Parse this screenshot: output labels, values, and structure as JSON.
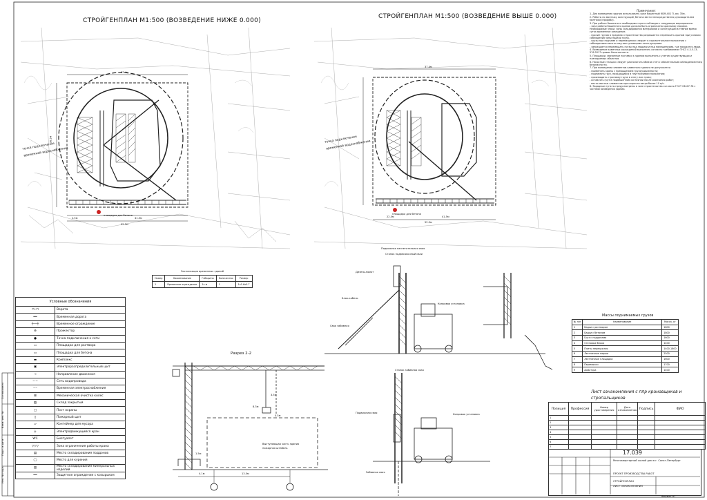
{
  "plans": {
    "left": {
      "title": "СТРОЙГЕНПЛАН М1:500 (ВОЗВЕДЕНИЕ НИЖЕ 0.000)",
      "connect_label_1": "точка подключения",
      "connect_label_2": "временной водоснабжения",
      "pad_label": "площадка для бетона",
      "dims": [
        "37.4м",
        "52.5м",
        "36.5м",
        "41.5м",
        "2.5м"
      ]
    },
    "right": {
      "title": "СТРОЙГЕНПЛАН М1:500 (ВОЗВЕДЕНИЕ ВЫШЕ 0.000)",
      "connect_label_1": "точка подключения",
      "connect_label_2": "временной водоснабжения",
      "pad_label": "площадка для бетона",
      "dims": [
        "37.4м",
        "52.5м",
        "41.5м",
        "22.5м"
      ]
    }
  },
  "notes": {
    "heading": "Примечания:",
    "paragraphs": [
      "1. Для возведения здания использовать кран башенный КБМ-401 П, ам. 35м.",
      "2. Работы по монтажу конструкций, бетона вести непосредственно руководителем монтажа (прораба).",
      "3. При работе башенного необходимо строго соблюдать следующие мероприятия:",
      "- зона работы башенного кранов должна быть ограничена красными знаками. Необходимые знаки, зоны складирования материалов и конструкций в темное время суток временное освещение.",
      "- прочие грузов в пределах строительства разрешается переносить краном при условии соблюдения зоны подачи груза.",
      "- грузы при подъеме и перемещении следует в горизонтальном положении с соблюдением высоты над выступающими конструкциями.",
      "- запрещается перемещать грузы над людьми и над помещениями, где находятся люди.",
      "4. Возведение каменных ограждений выполнять согласно требованиям ТНСЗ 4.3-5.13-576-2017 правил безопасности.",
      "5. Площадки, связанные поставки к зданию выполнять с учетом существующих и планируемых объектов.",
      "6. Насосные станции следует располагать вблизи стен с обязательным соблюдением мер безопасности.",
      "7. При возведении элементов каменного здания не допускается:",
      "- применять краны с превышением грузоподъемности;",
      "- поднимать груз, находящийся в неустойчивом положении;",
      "- производить строповку груза в снегу или грязи;",
      "- оставлять груз в подвешенном состоянии после окончания работ;",
      "- вести монтаж элементов при скорости ветра более 10 м/с.",
      "8. Зарядные пункты предусмотрены в зоне строительства согласно ГОСТ 23407-78 с частями возведения здания."
    ]
  },
  "legend": {
    "heading": "Условные обозначения",
    "items": [
      "Ворота",
      "Временная дорога",
      "Временное ограждение",
      "Прожектор",
      "Точка подключения к сети",
      "Площадка для раствора",
      "Площадка для бетона",
      "Комплекс",
      "Электрораспределительный щит",
      "Направление движения",
      "Сеть водопровода",
      "Временная электроснабжения",
      "Механическая очистка колес",
      "Склад закрытый",
      "Пост охраны",
      "Пожарный щит",
      "Контейнер для мусора",
      "Электродвижущийся кран",
      "Биотуалет",
      "Зона ограничения работы крана",
      "Место складирования поддонов",
      "Место для курения",
      "Место складирования минеральных изделий",
      "Защитное ограждение с козырьком"
    ]
  },
  "mini_table": {
    "caption": "Экспликация временных зданий",
    "headers": [
      "Номер",
      "Наименование",
      "Габариты",
      "Количество",
      "Размер"
    ],
    "rows": [
      [
        "1",
        "Временное ограждение",
        "1х м",
        "1",
        "1х1.6х0.7"
      ]
    ]
  },
  "section": {
    "title": "Разрез 2-2",
    "dims": [
      "8.3м",
      "3.5м",
      "0.5м",
      "13.5м",
      "4.1м",
      "1.5м"
    ],
    "note_1": "Выступающая часть здания",
    "note_2": "пожарная штабель"
  },
  "equipment": {
    "top_labels": [
      "Подвижная нагнетательная свая",
      "Станок подвесовочный сваи",
      "Дизель-молот",
      "Блок-кабель",
      "Свая забивная",
      "Копровая установка"
    ],
    "bottom_labels": [
      "Станок забивная свая",
      "Подвижная свая",
      "Копровая установка",
      "Забивная свая"
    ]
  },
  "loads": {
    "caption": "Массы поднимаемых грузов",
    "headers": [
      "№ п/п",
      "Наименование",
      "Масса, кг"
    ],
    "rows": [
      [
        "1",
        "Бадьи с раствором",
        "1800"
      ],
      [
        "2",
        "Бадьи с бетоном",
        "1800"
      ],
      [
        "3",
        "Груз с поддонами",
        "1600"
      ],
      [
        "4",
        "Стеновые блоки",
        "1400"
      ],
      [
        "5",
        "Плиты перекрытия",
        "1400-1800"
      ],
      [
        "6",
        "Лестничные марши",
        "2500"
      ],
      [
        "7",
        "Лестничные площадки",
        "1600"
      ],
      [
        "8",
        "Перемычки",
        "1700"
      ],
      [
        "9",
        "Арматура",
        "1400"
      ]
    ]
  },
  "ack": {
    "caption_1": "Лист ознакомления с ппр крановщиков и",
    "caption_2": "стропальщиков",
    "headers": [
      "Позиция",
      "Профессия",
      "Номер удостоверения",
      "Дата ознакомления",
      "Подпись",
      "ФИО"
    ],
    "rows": [
      "1",
      "2",
      "3",
      "4",
      "5",
      "6",
      "7"
    ]
  },
  "stamp": {
    "code": "17.039",
    "line_1": "Многоквартирный жилой дом в г. Санкт-Петербург",
    "line_2": "ПРОЕКТ ПРОИЗВОДСТВА РАБОТ",
    "line_3": "СТРОЙГЕНПЛАН",
    "line_4": "ЛИСТ ОЗНАКОМЛЕНИЯ",
    "format": "Формат А1"
  },
  "side_columns": [
    "Инв. № подл.",
    "Подп. и дата",
    "Взам. инв. №",
    "Согласовано"
  ]
}
